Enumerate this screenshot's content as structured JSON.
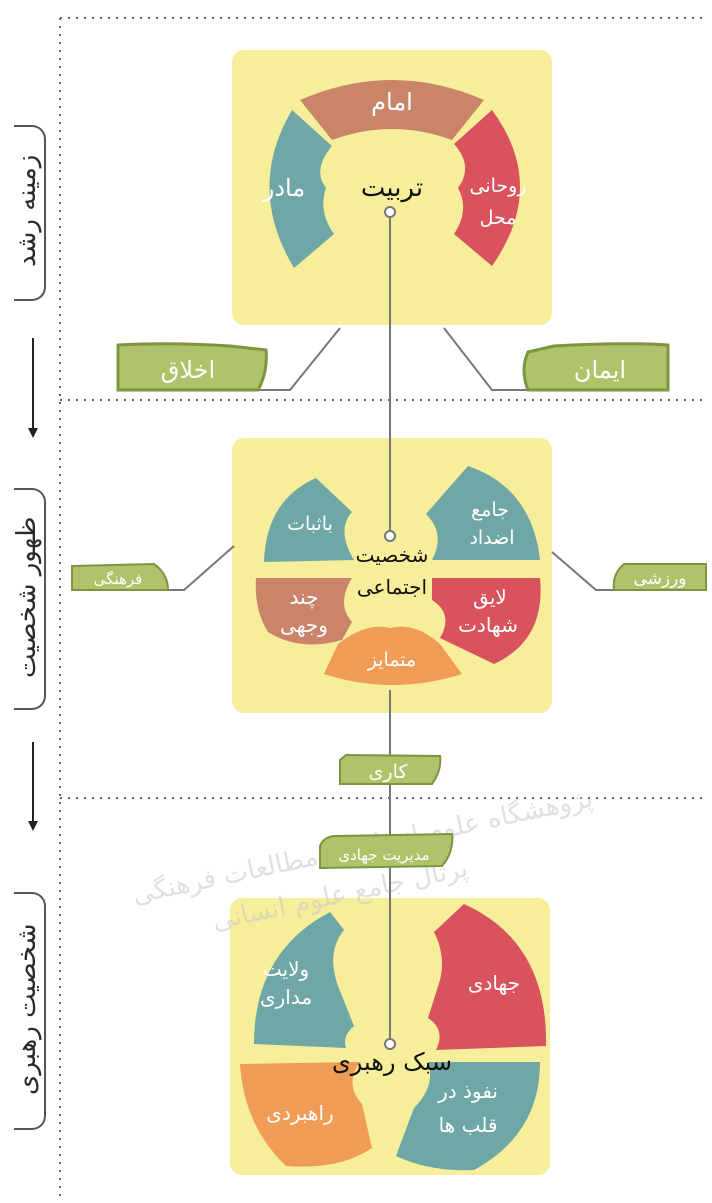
{
  "stages": [
    {
      "label": "زمینه رشد"
    },
    {
      "label": "ظهور شخصیت"
    },
    {
      "label": "شخصیت رهبری"
    }
  ],
  "section1": {
    "center": "تربیت",
    "top": "امام",
    "left": "مادر",
    "right_line1": "روحانی",
    "right_line2": "محل",
    "branch_left": "اخلاق",
    "branch_right": "ایمان"
  },
  "section2": {
    "center_line1": "شخصیت",
    "center_line2": "اجتماعی",
    "tl": "باثبات",
    "tr_line1": "جامع",
    "tr_line2": "اضداد",
    "ml_line1": "چند",
    "ml_line2": "وجهی",
    "mr_line1": "لایق",
    "mr_line2": "شهادت",
    "bottom": "متمایز",
    "branch_left": "فرهنگی",
    "branch_right": "ورزشی",
    "link1": "کاری",
    "link2": "مدیریت جهادی"
  },
  "section3": {
    "center": "سبک رهبری",
    "tl_line1": "ولایت",
    "tl_line2": "مداری",
    "tr": "جهادی",
    "bl": "راهبردی",
    "br_line1": "نفوذ در",
    "br_line2": "قلب ها"
  },
  "watermark": {
    "line1": "پژوهشگاه علوم انسانی و مطالعات فرهنگی",
    "line2": "پرتال جامع علوم انسانی"
  },
  "colors": {
    "panel": "#f6ee9a",
    "teal": "#6fa6a6",
    "salmon": "#c9846a",
    "red": "#d9535f",
    "orange": "#ef9c56",
    "green": "#aec36a",
    "green_edge": "#7d9440",
    "line": "#777777"
  }
}
